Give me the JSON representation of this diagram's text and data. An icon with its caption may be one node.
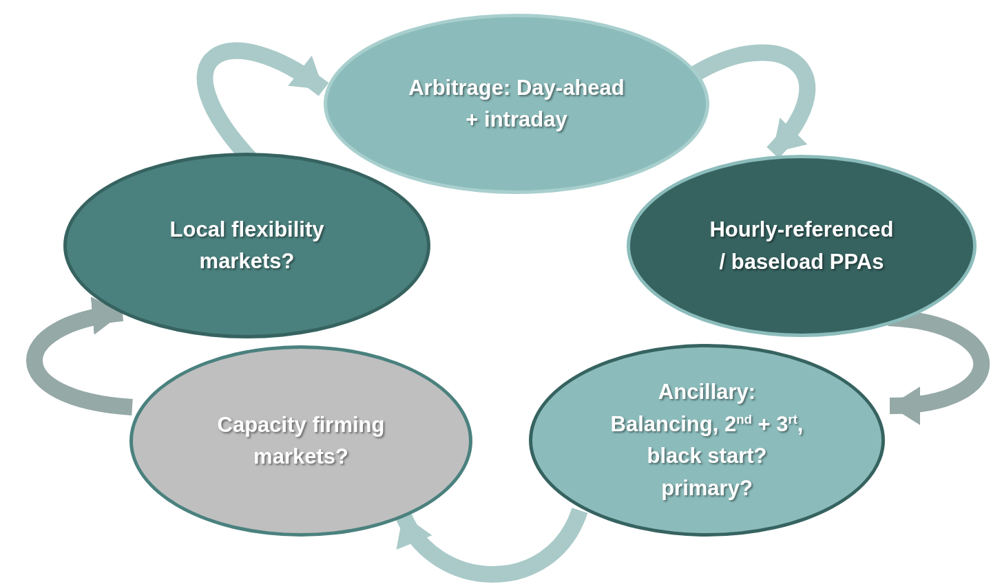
{
  "diagram": {
    "nodes": [
      {
        "text": [
          "Arbitrage: Day-ahead + intraday"
        ]
      },
      {
        "text": [
          "Hourly-referenced / baseload PPAs"
        ]
      },
      {
        "text": [
          "Ancillary: Balancing, 2$^{nd}$ + 3$^{rt}$, black start? primary?"
        ]
      },
      {
        "text": [
          "Capacity firming markets?"
        ]
      },
      {
        "text": [
          "Local flexibility markets?"
        ]
      }
    ],
    "edges": [
      {
        "from": 0,
        "to": 1,
        "arrow": "to"
      },
      {
        "from": 1,
        "to": 2,
        "arrow": "to"
      },
      {
        "from": 2,
        "to": 3,
        "arrow": "to"
      },
      {
        "from": 3,
        "to": 4,
        "arrow": "to"
      },
      {
        "from": 4,
        "to": 0,
        "arrow": "to"
      }
    ]
  }
}
